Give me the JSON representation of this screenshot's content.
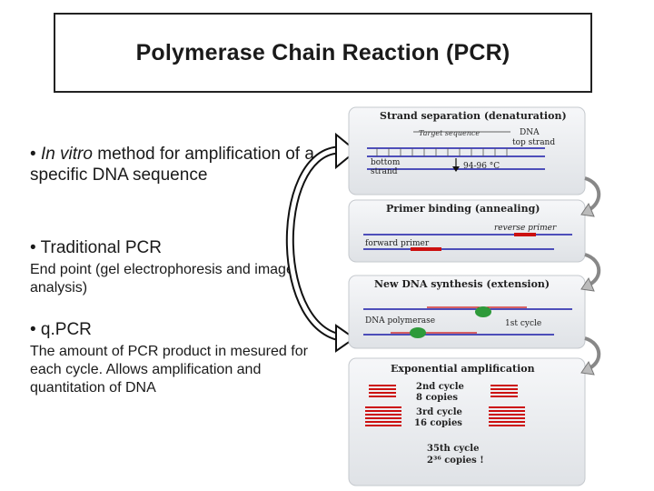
{
  "title": "Polymerase Chain Reaction (PCR)",
  "bullets": {
    "b1": {
      "prefix": "• ",
      "italic": "In vitro",
      "rest": " method for amplification of a specific DNA sequence"
    },
    "b2": {
      "text": "• Traditional  PCR",
      "sub": "End point (gel electrophoresis and image analysis)"
    },
    "b3": {
      "text": "• q.PCR",
      "sub": "The amount of PCR product in mesured for each cycle. Allows amplification and quantitation of DNA"
    }
  },
  "panels": {
    "p1": {
      "title": "Strand separation (denaturation)",
      "target": "Target sequence",
      "dna": "DNA",
      "top": "top strand",
      "bottom1": "bottom",
      "bottom2": "strand",
      "temp": "94-96 °C"
    },
    "p2": {
      "title": "Primer binding (annealing)",
      "reverse": "reverse primer",
      "forward": "forward primer"
    },
    "p3": {
      "title": "New DNA synthesis (extension)",
      "polymerase": "DNA polymerase",
      "cycle": "1st cycle"
    },
    "p4": {
      "title": "Exponential amplification",
      "c2a": "2nd cycle",
      "c2b": "8 copies",
      "c3a": "3rd cycle",
      "c3b": "16 copies",
      "c35a": "35th cycle",
      "c35b": "2³⁶ copies !"
    }
  },
  "colors": {
    "strand_blue": "#1a1aa8",
    "primer_red": "#cc1010",
    "panel_bg": "#eaecef"
  }
}
